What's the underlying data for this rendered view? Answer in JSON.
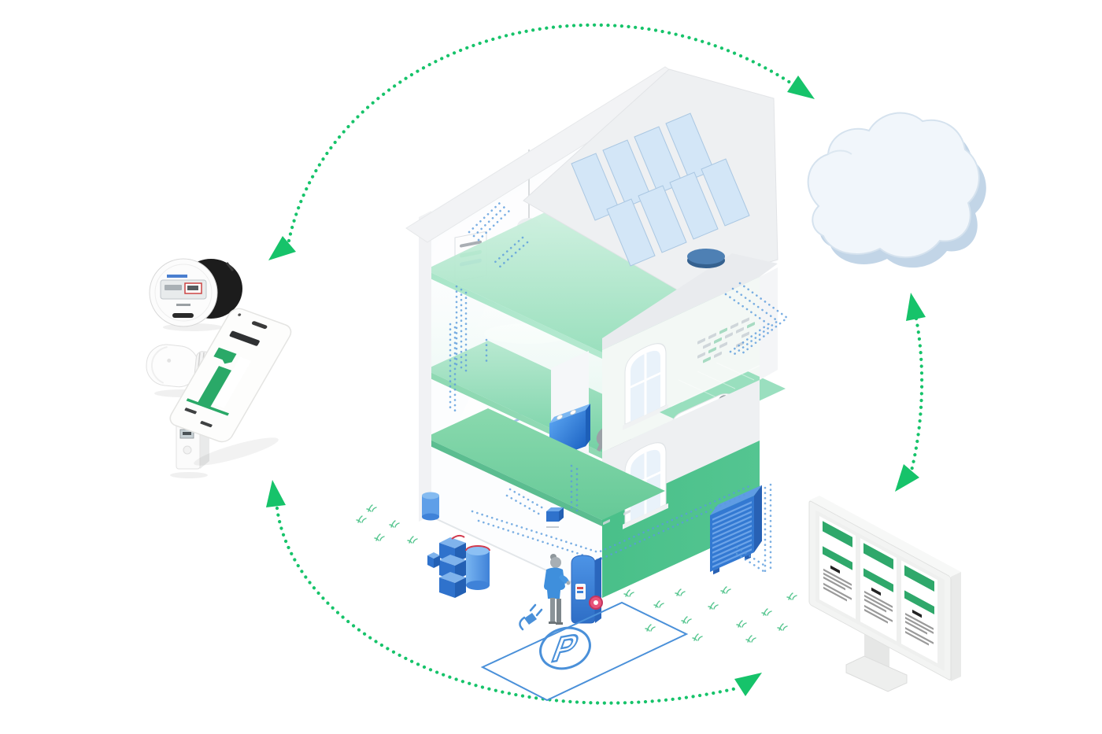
{
  "parking": {
    "label": "P"
  },
  "colors": {
    "color-arrow": "#16c36a",
    "color-data": "#5a9bdc",
    "color-grass": "#57c690",
    "color-parking": "#4a90d9",
    "color-device-blue": "#2f72cc",
    "color-floor-green": "#4fc08c",
    "color-mint": "#bdecd6",
    "color-solar": "#d3e6f7",
    "color-dashboard-green": "#2fa86b",
    "color-cloud-edge": "#c2d5e7",
    "color-accent-red": "#d94a4a"
  },
  "nodes": [
    {
      "id": "field-devices",
      "name": "smart-meter-thermostat-sensor"
    },
    {
      "id": "smartphone-app",
      "name": "mobile-app-energy-chart"
    },
    {
      "id": "smart-home",
      "name": "smart-home-cutaway"
    },
    {
      "id": "cloud",
      "name": "cloud-platform"
    },
    {
      "id": "dashboard",
      "name": "desktop-dashboard"
    }
  ],
  "connections": [
    {
      "from": "field-devices",
      "to": "cloud",
      "bidirectional": true
    },
    {
      "from": "cloud",
      "to": "dashboard",
      "bidirectional": true
    },
    {
      "from": "dashboard",
      "to": "field-devices",
      "bidirectional": true
    }
  ]
}
